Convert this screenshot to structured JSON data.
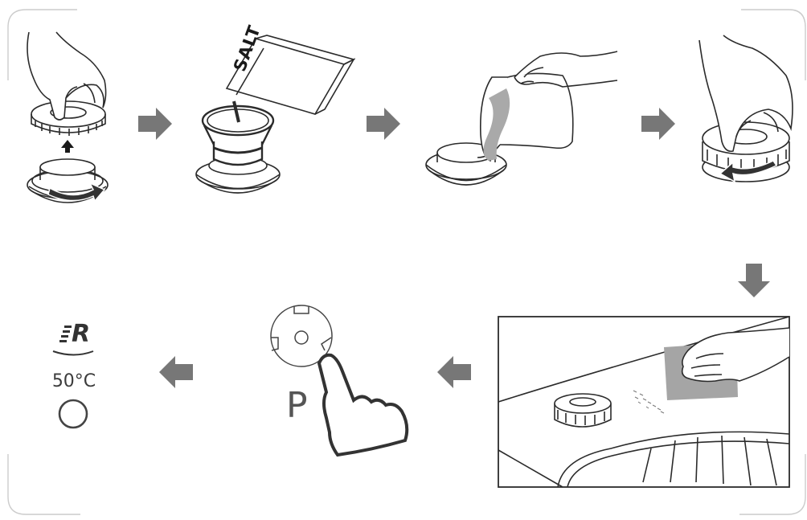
{
  "steps": [
    {
      "id": 1,
      "depicts": "open-salt-container-cap"
    },
    {
      "id": 2,
      "depicts": "pour-salt"
    },
    {
      "id": 3,
      "depicts": "pour-water"
    },
    {
      "id": 4,
      "depicts": "close-salt-container-cap"
    },
    {
      "id": 5,
      "depicts": "wipe-spilled-salt"
    },
    {
      "id": 6,
      "depicts": "press-program-button"
    },
    {
      "id": 7,
      "depicts": "select-program"
    }
  ],
  "labels": {
    "salt_box": "SALT",
    "program_button": "P",
    "program_symbol_letter": "R",
    "temperature": "50°C"
  },
  "colors": {
    "outline": "#2b2b2b",
    "arrow": "#777777",
    "liquid": "#a9a9a9",
    "cloth": "#a5a5a5",
    "frame": "#cccccc",
    "indicator_ring": "#444444"
  },
  "icons": [
    "hand-icon",
    "cap-icon",
    "salt-box-icon",
    "jug-icon",
    "cloth-icon",
    "program-button-icon",
    "finger-press-icon",
    "program-symbol-icon",
    "indicator-light-icon"
  ]
}
